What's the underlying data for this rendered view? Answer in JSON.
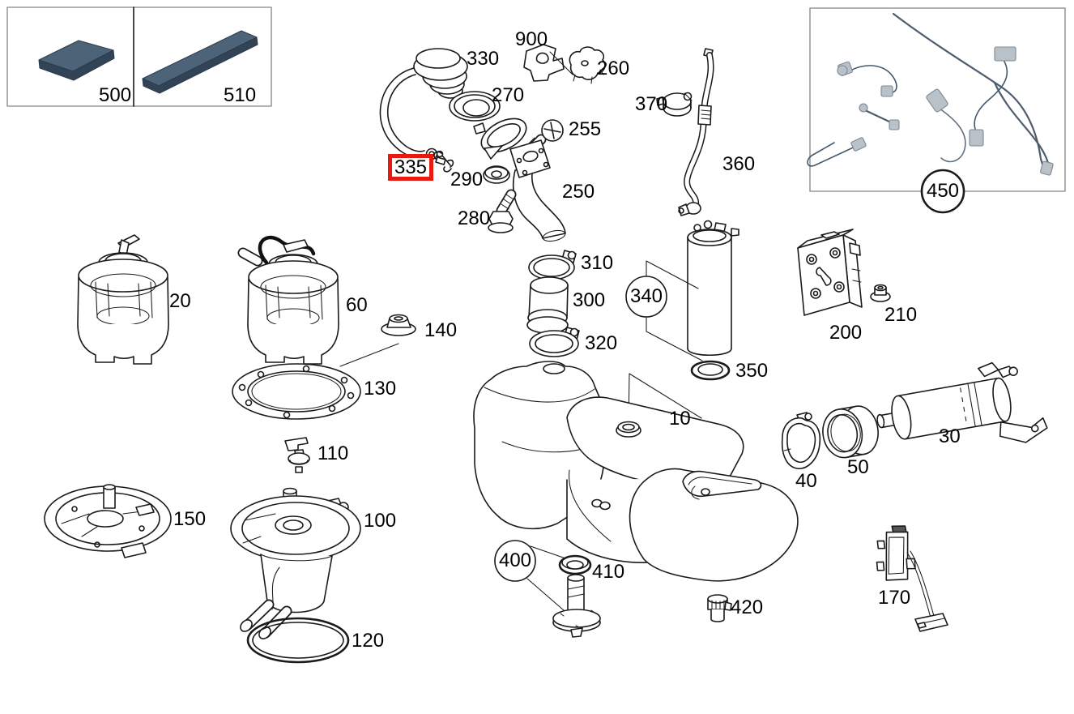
{
  "diagram": {
    "kind": "exploded-parts-diagram-fuel-tank",
    "highlighted_callout": "335"
  },
  "colors": {
    "highlight_red": "#e8190f",
    "line": "#1a1a1a",
    "pad_blue_top": "#4d6377",
    "pad_blue_side": "#314355",
    "hose_dark": "#44586c",
    "fitting_gray": "#b9c1c9",
    "inset_border_gray": "#9a9a9a"
  },
  "insets": {
    "pads_box": {
      "cells": [
        {
          "callout": "500"
        },
        {
          "callout": "510"
        }
      ]
    },
    "hose_kit_box": {
      "callout": "450"
    }
  },
  "callouts": {
    "10": "10",
    "20": "20",
    "30": "30",
    "40": "40",
    "50": "50",
    "60": "60",
    "100": "100",
    "110": "110",
    "120": "120",
    "130": "130",
    "140": "140",
    "150": "150",
    "170": "170",
    "200": "200",
    "210": "210",
    "250": "250",
    "255": "255",
    "260": "260",
    "270": "270",
    "280": "280",
    "290": "290",
    "300": "300",
    "310": "310",
    "320": "320",
    "330": "330",
    "335": "335",
    "340": "340",
    "350": "350",
    "360": "360",
    "370": "370",
    "400": "400",
    "410": "410",
    "420": "420",
    "450": "450",
    "500": "500",
    "510": "510",
    "900": "900"
  }
}
